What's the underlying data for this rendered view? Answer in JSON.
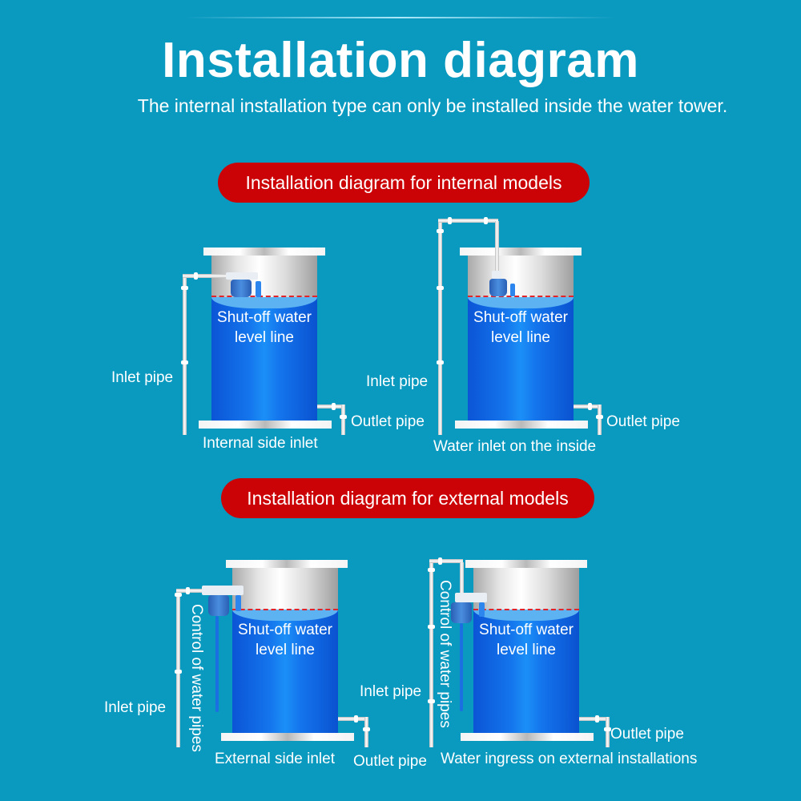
{
  "header": {
    "title": "Installation diagram",
    "subtitle": "The internal installation type can only be installed inside the water tower."
  },
  "sections": [
    {
      "banner": "Installation diagram for internal models",
      "diagrams": [
        {
          "tank_label": "Shut-off water level line",
          "tank_label_line1": "Shut-off water",
          "tank_label_line2": "level line",
          "inlet_label": "Inlet pipe",
          "outlet_label": "Outlet pipe",
          "caption": "Internal side inlet"
        },
        {
          "tank_label": "Shut-off water level line",
          "tank_label_line1": "Shut-off water",
          "tank_label_line2": "level line",
          "inlet_label": "Inlet pipe",
          "outlet_label": "Outlet pipe",
          "caption": "Water inlet on the inside"
        }
      ]
    },
    {
      "banner": "Installation diagram for external models",
      "diagrams": [
        {
          "tank_label": "Shut-off water level line",
          "tank_label_line1": "Shut-off water",
          "tank_label_line2": "level line",
          "inlet_label": "Inlet pipe",
          "control_label": "Control of water pipes",
          "outlet_label": "Outlet pipe",
          "caption": "External side inlet"
        },
        {
          "tank_label": "Shut-off water level line",
          "tank_label_line1": "Shut-off water",
          "tank_label_line2": "level line",
          "inlet_label": "Inlet pipe",
          "control_label": "Control of water pipes",
          "outlet_label": "Outlet pipe",
          "caption": "Water ingress on external installations"
        }
      ]
    }
  ],
  "colors": {
    "background": "#0a99bf",
    "banner": "#cc0306",
    "water": "#1474ec",
    "shutoff_line": "#e0242a"
  }
}
